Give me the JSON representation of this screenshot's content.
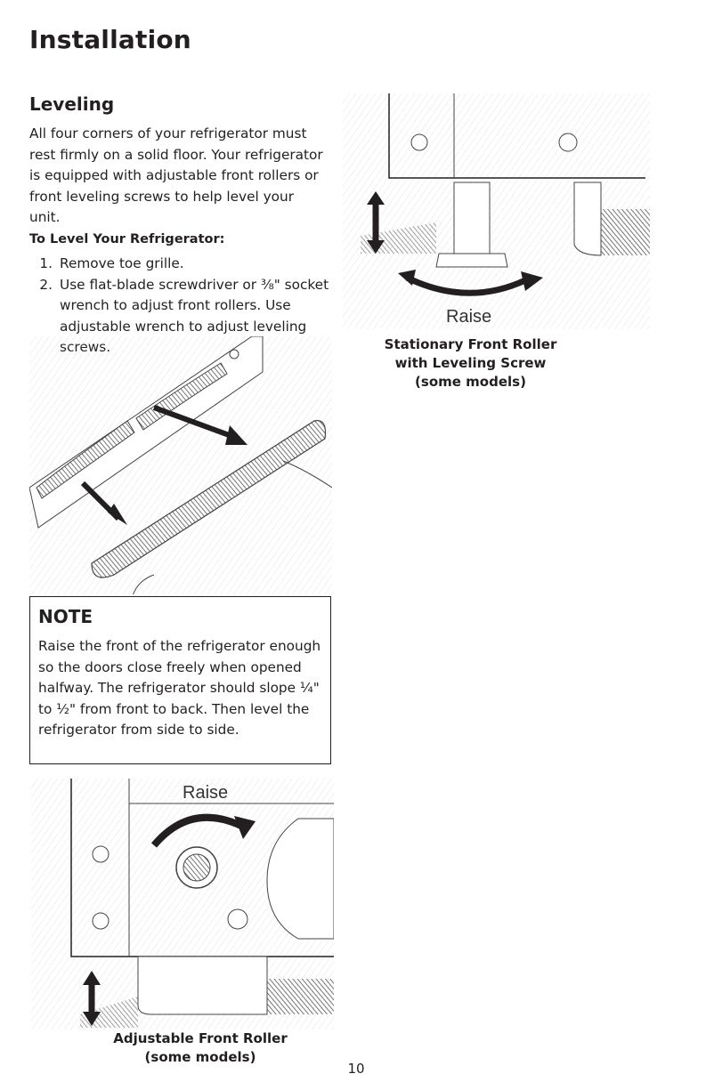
{
  "header": {
    "title": "Installation"
  },
  "section": {
    "title": "Leveling",
    "intro": "All four corners of your refrigerator must rest firmly on a solid floor. Your refrigerator is equipped with adjustable front rollers or front leveling screws to help level your unit.",
    "subheading": "To Level Your Refrigerator:",
    "steps": [
      {
        "num": "1.",
        "text": "Remove toe grille."
      },
      {
        "num": "2.",
        "text": "Use flat-blade screwdriver or ³⁄₈\" socket wrench to adjust front rollers. Use adjustable wrench to adjust leveling screws."
      }
    ]
  },
  "note": {
    "title": "NOTE",
    "text": "Raise the front of the refrigerator enough so the doors close freely when opened halfway. The refrigerator should slope ¹⁄₄\" to ¹⁄₂\" from front to back. Then level the refrigerator from side to side."
  },
  "figures": {
    "stationary": {
      "label": "Raise",
      "caption_line1": "Stationary Front Roller",
      "caption_line2": "with Leveling Screw",
      "caption_line3": "(some models)"
    },
    "adjustable": {
      "label": "Raise",
      "caption_line1": "Adjustable Front Roller",
      "caption_line2": "(some models)"
    }
  },
  "footer": {
    "page_number": "10"
  },
  "colors": {
    "text": "#231f20",
    "arrow": "#231f20",
    "hatch": "#bbbbbb"
  }
}
